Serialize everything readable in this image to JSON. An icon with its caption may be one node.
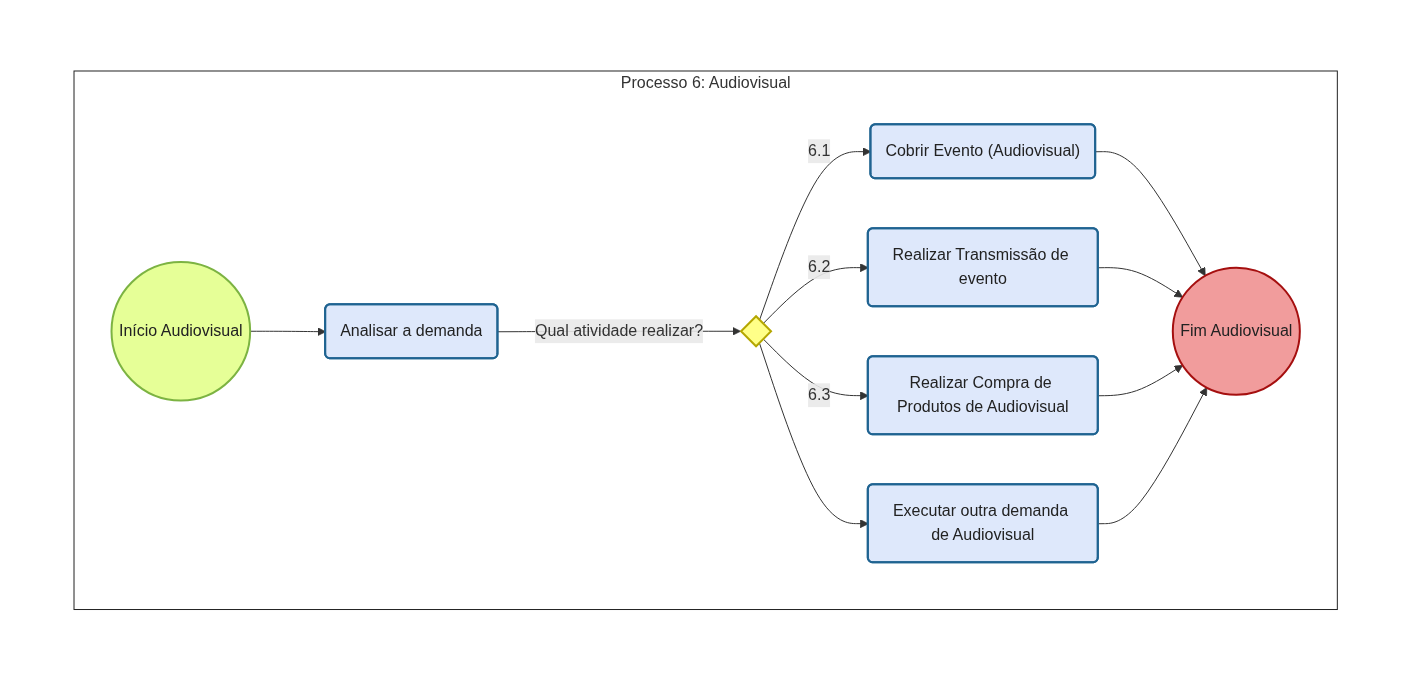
{
  "diagram": {
    "nodes": [
      {
        "text": [
          "Processo 6: Audiovisual"
        ]
      },
      {
        "text": [
          "Início Audiovisual"
        ],
        "in": 0
      },
      {
        "text": [
          "Analisar a demanda"
        ],
        "in": 0
      },
      {
        "text": [],
        "shape": "diamond",
        "in": 0
      },
      {
        "text": [
          "Cobrir Evento (Audiovisual)"
        ],
        "in": 0
      },
      {
        "text": [
          "Realizar Transmissão de evento"
        ],
        "in": 0
      },
      {
        "text": [
          "Realizar Compra de Produtos de Audiovisual"
        ],
        "in": 0
      },
      {
        "text": [
          "Executar outra demanda de Audiovisual"
        ],
        "in": 0
      },
      {
        "text": [
          "Fim Audiovisual"
        ],
        "in": 0
      }
    ],
    "edges": [
      {
        "from": 1,
        "to": 2,
        "arrow": "to"
      },
      {
        "from": 2,
        "to": 3,
        "arrow": "to",
        "label": "Qual atividade realizar?"
      },
      {
        "from": 3,
        "to": 4,
        "arrow": "to",
        "label": "6.1"
      },
      {
        "from": 3,
        "to": 5,
        "arrow": "to",
        "label": "6.2"
      },
      {
        "from": 3,
        "to": 6,
        "arrow": "to",
        "label": "6.3"
      },
      {
        "from": 3,
        "to": 7,
        "arrow": "to"
      },
      {
        "from": 4,
        "to": 8,
        "arrow": "to"
      },
      {
        "from": 5,
        "to": 8,
        "arrow": "to"
      },
      {
        "from": 6,
        "to": 8,
        "arrow": "to"
      },
      {
        "from": 7,
        "to": 8,
        "arrow": "to"
      }
    ]
  }
}
